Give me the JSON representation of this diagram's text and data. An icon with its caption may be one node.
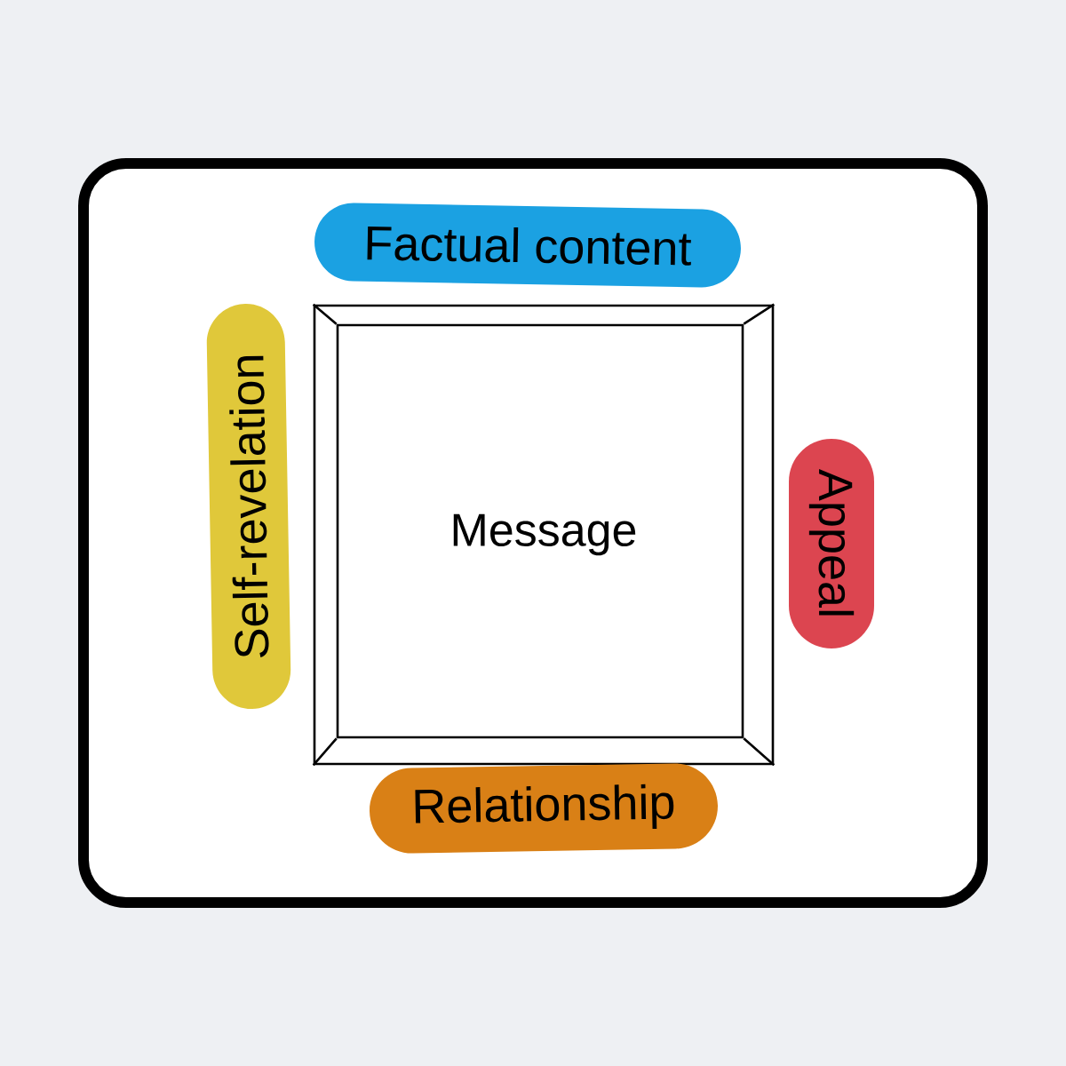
{
  "diagram": {
    "nodes": [
      {
        "text": [
          "Message"
        ]
      },
      {
        "text": [
          "Factual content"
        ]
      },
      {
        "text": [
          "Self-revelation"
        ]
      },
      {
        "text": [
          "Appeal"
        ]
      },
      {
        "text": [
          "Relationship"
        ]
      }
    ]
  }
}
